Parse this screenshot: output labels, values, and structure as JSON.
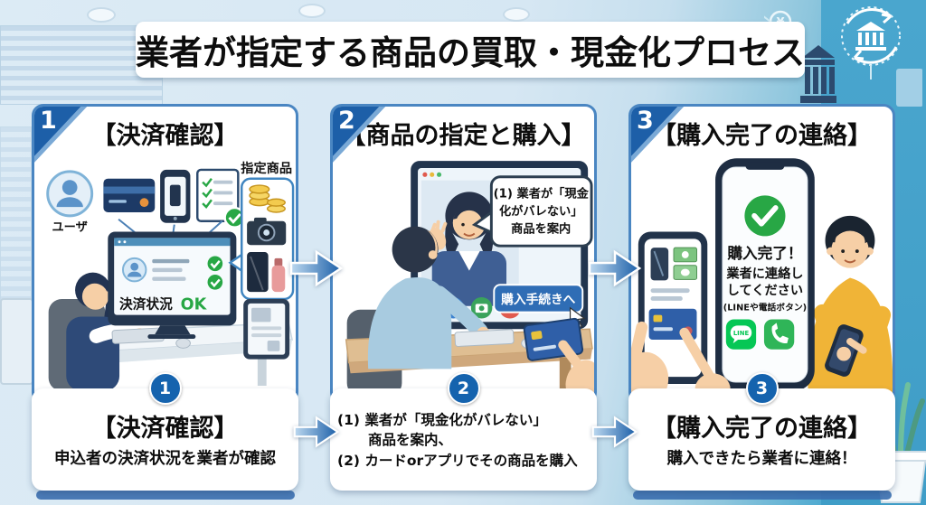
{
  "title": "業者が指定する商品の買取・現金化プロセス",
  "colors": {
    "accent_blue": "#1d5fa8",
    "teal": "#4aa6ce",
    "check_green": "#28a745",
    "line_green": "#06c755",
    "arrow_dark": "#1c5fa8"
  },
  "steps": [
    {
      "badge": "1",
      "number": "1",
      "panel_title": "【決済確認】",
      "user_label": "ユーザ",
      "products_label": "指定商品",
      "screen_status": "決済状況",
      "screen_ok": "OK",
      "caption_title": "【決済確認】",
      "caption_text": "申込者の決済状況を業者が確認"
    },
    {
      "badge": "2",
      "number": "2",
      "panel_title": "【商品の指定と購入】",
      "bubble_lines": [
        "(1) 業者が「現金",
        "化がバレない」",
        "商品を案内"
      ],
      "button_label": "購入手続きへ",
      "caption_lines": [
        "(1) 業者が「現金化がバレない」",
        "商品を案内、",
        "(2) カードorアプリでその商品を購入"
      ]
    },
    {
      "badge": "3",
      "number": "3",
      "panel_title": "【購入完了の連絡】",
      "phone_lines": [
        "購入完了！",
        "業者に連絡し",
        "してください",
        "(LINEや電話ボタン)"
      ],
      "line_button_label": "LINE",
      "caption_title": "【購入完了の連絡】",
      "caption_text": "購入できたら業者に連絡！"
    }
  ]
}
